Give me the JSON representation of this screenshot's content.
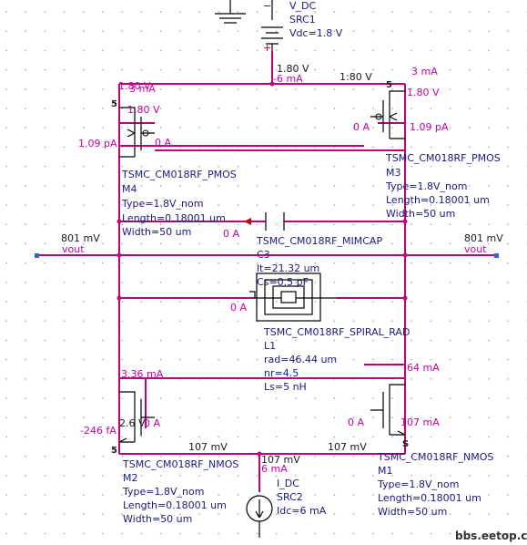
{
  "src1": {
    "type": "V_DC",
    "name": "SRC1",
    "param": "Vdc=1.8 V"
  },
  "src2": {
    "type": "I_DC",
    "name": "SRC2",
    "param": "Idc=6 mA"
  },
  "m4": {
    "model": "TSMC_CM018RF_PMOS",
    "name": "M4",
    "type": "Type=1.8V_nom",
    "length": "Length=0.18001 um",
    "width": "Width=50 um"
  },
  "m3": {
    "model": "TSMC_CM018RF_PMOS",
    "name": "M3",
    "type": "Type=1.8V_nom",
    "length": "Length=0.18001 um",
    "width": "Width=50 um"
  },
  "m2": {
    "model": "TSMC_CM018RF_NMOS",
    "name": "M2",
    "type": "Type=1.8V_nom",
    "length": "Length=0.18001 um",
    "width": "Width=50 um"
  },
  "m1": {
    "model": "TSMC_CM018RF_NMOS",
    "name": "M1",
    "type": "Type=1.8V_nom",
    "length": "Length=0.18001 um",
    "width": "Width=50 um"
  },
  "c3": {
    "model": "TSMC_CM018RF_MIMCAP",
    "name": "C3",
    "lt": "lt=21.32 um",
    "cs": "Cs=0.5 pF"
  },
  "l1": {
    "model": "TSMC_CM018RF_SPIRAL_RAD",
    "name": "L1",
    "rad": "rad=46.44 um",
    "nr": "nr=4.5",
    "ls": "Ls=5 nH"
  },
  "annotations": {
    "v_top": "1.80 V",
    "i_top": "-6 mA",
    "v_top_right": "1:80 V",
    "i_m3": "3 mA",
    "v_m3_source": "1.80 V",
    "v_m4_overlap": "1.80 V",
    "i_m4_overlap": "3 mA",
    "v_m4_source": "1.80 V",
    "i_m4_gate_pa": "1.09 pA",
    "i_m3_gate_pa": "1.09 pA",
    "i_m4_gate": "0 A",
    "i_m3_gate": "0 A",
    "i_c3": "0 A",
    "i_l1": "0 A",
    "v_vout_left": "801 mV",
    "v_vout_right": "801 mV",
    "net_vout_left": "vout",
    "net_vout_right": "vout",
    "i_m2": "3.36 mA",
    "i_m1": "64 mA",
    "i_m2_fa": "-246 fA",
    "i_m2_gate": "0 A",
    "v_m2_gate": "2.6 V",
    "i_m1_gate": "0 A",
    "i_m1_drain": "107 mA",
    "v_bot_left": "107 mV",
    "v_bot_center": "107 mV",
    "v_bot_right": "107 mV",
    "i_bot": "6 mA",
    "pin_s_m4": "5",
    "pin_s_m3": "5",
    "pin_s_m2": "5",
    "pin_s_m1": "S"
  },
  "watermark": "bbs.eetop.cn"
}
